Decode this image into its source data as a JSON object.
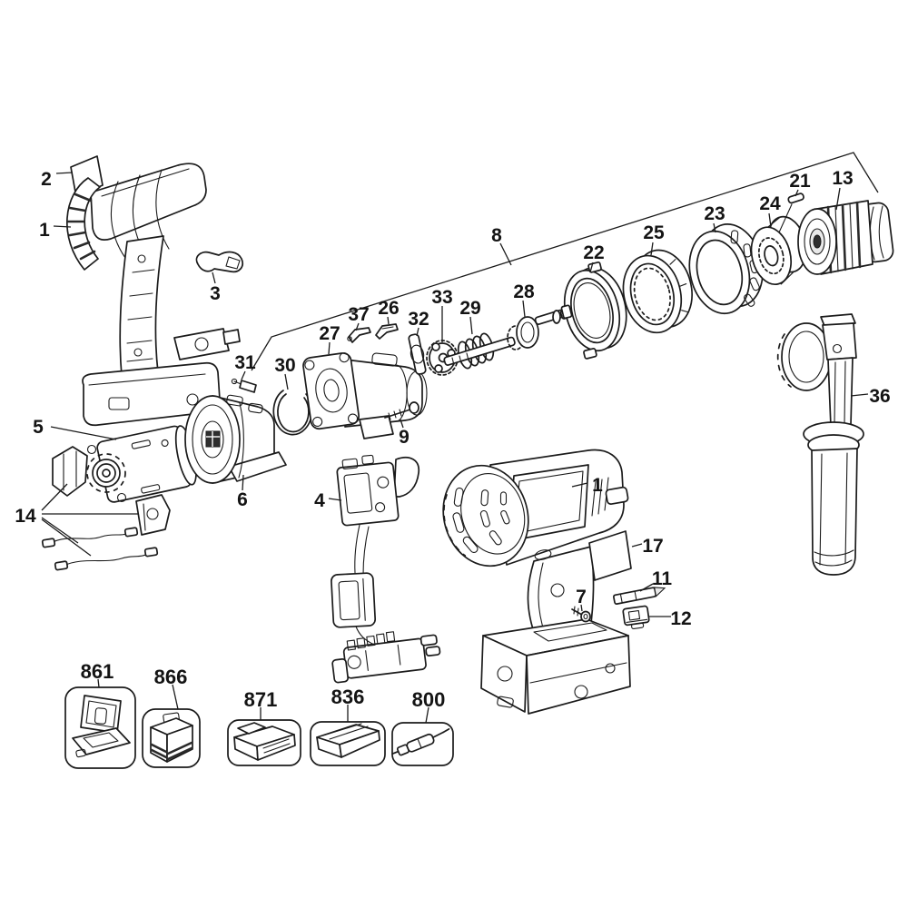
{
  "figure": {
    "kind": "exploded-parts-diagram",
    "subject": "cordless drill driver parts schematic",
    "background_color": "#ffffff",
    "line_color": "#1b1b1b"
  },
  "callouts": [
    {
      "id": "label-sticker-left",
      "label": "2"
    },
    {
      "id": "housing-half-left",
      "label": "1"
    },
    {
      "id": "lock-button",
      "label": "3"
    },
    {
      "id": "gearcase-assembly",
      "label": "8"
    },
    {
      "id": "ring-gear",
      "label": "22"
    },
    {
      "id": "bearing-ring",
      "label": "25"
    },
    {
      "id": "clutch-collar",
      "label": "23"
    },
    {
      "id": "spline-ring",
      "label": "24"
    },
    {
      "id": "pin",
      "label": "21"
    },
    {
      "id": "chuck",
      "label": "13"
    },
    {
      "id": "brush-lever-a",
      "label": "37"
    },
    {
      "id": "brush-lever-b",
      "label": "26"
    },
    {
      "id": "shift-key",
      "label": "32"
    },
    {
      "id": "planet-gear",
      "label": "33"
    },
    {
      "id": "spring",
      "label": "29"
    },
    {
      "id": "spindle-shaft",
      "label": "28"
    },
    {
      "id": "gearbox",
      "label": "27"
    },
    {
      "id": "retaining-ring",
      "label": "30"
    },
    {
      "id": "clip-small",
      "label": "31"
    },
    {
      "id": "screw-long",
      "label": "9"
    },
    {
      "id": "motor",
      "label": "5"
    },
    {
      "id": "fan-baffle",
      "label": "6"
    },
    {
      "id": "brush-wire-set",
      "label": "14"
    },
    {
      "id": "switch-assembly",
      "label": "4"
    },
    {
      "id": "housing-half-right",
      "label": "1"
    },
    {
      "id": "label-sticker-right",
      "label": "17"
    },
    {
      "id": "driver-bit",
      "label": "11"
    },
    {
      "id": "screw-short",
      "label": "7"
    },
    {
      "id": "bit-clip",
      "label": "12"
    },
    {
      "id": "side-handle",
      "label": "36"
    },
    {
      "id": "kit-box",
      "label": "861"
    },
    {
      "id": "battery-pack",
      "label": "866"
    },
    {
      "id": "charger",
      "label": "871"
    },
    {
      "id": "holder-bracket",
      "label": "836"
    },
    {
      "id": "grease-tube",
      "label": "800"
    }
  ]
}
